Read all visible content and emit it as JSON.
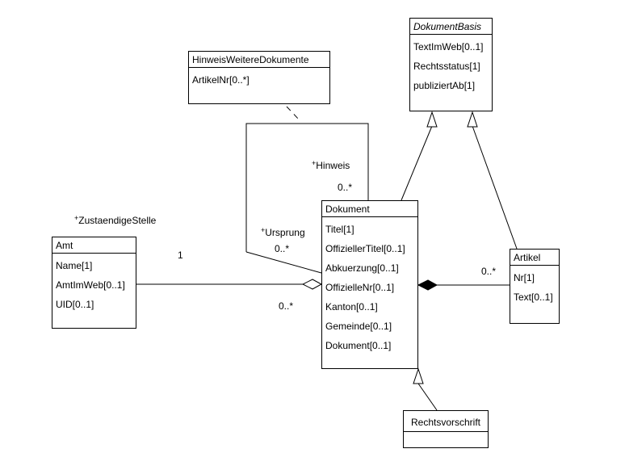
{
  "classes": {
    "dokumentbasis": {
      "name": "DokumentBasis",
      "attrs": [
        "TextImWeb[0..1]",
        "Rechtsstatus[1]",
        "publiziertAb[1]"
      ]
    },
    "hinweisweiteredokumente": {
      "name": "HinweisWeitereDokumente",
      "attrs": [
        "ArtikelNr[0..*]"
      ]
    },
    "dokument": {
      "name": "Dokument",
      "attrs": [
        "Titel[1]",
        "OffiziellerTitel[0..1]",
        "Abkuerzung[0..1]",
        "OffizielleNr[0..1]",
        "Kanton[0..1]",
        "Gemeinde[0..1]",
        "Dokument[0..1]"
      ]
    },
    "amt": {
      "name": "Amt",
      "attrs": [
        "Name[1]",
        "AmtImWeb[0..1]",
        "UID[0..1]"
      ]
    },
    "artikel": {
      "name": "Artikel",
      "attrs": [
        "Nr[1]",
        "Text[0..1]"
      ]
    },
    "rechtsvorschrift": {
      "name": "Rechtsvorschrift"
    }
  },
  "roles": {
    "hinweis": "Hinweis",
    "hinweis_mult": "0..*",
    "ursprung": "Ursprung",
    "ursprung_mult": "0..*",
    "zustaendige": "ZustaendigeStelle",
    "amt_mult": "1",
    "amt_dok_mult": "0..*",
    "artikel_mult": "0..*"
  }
}
